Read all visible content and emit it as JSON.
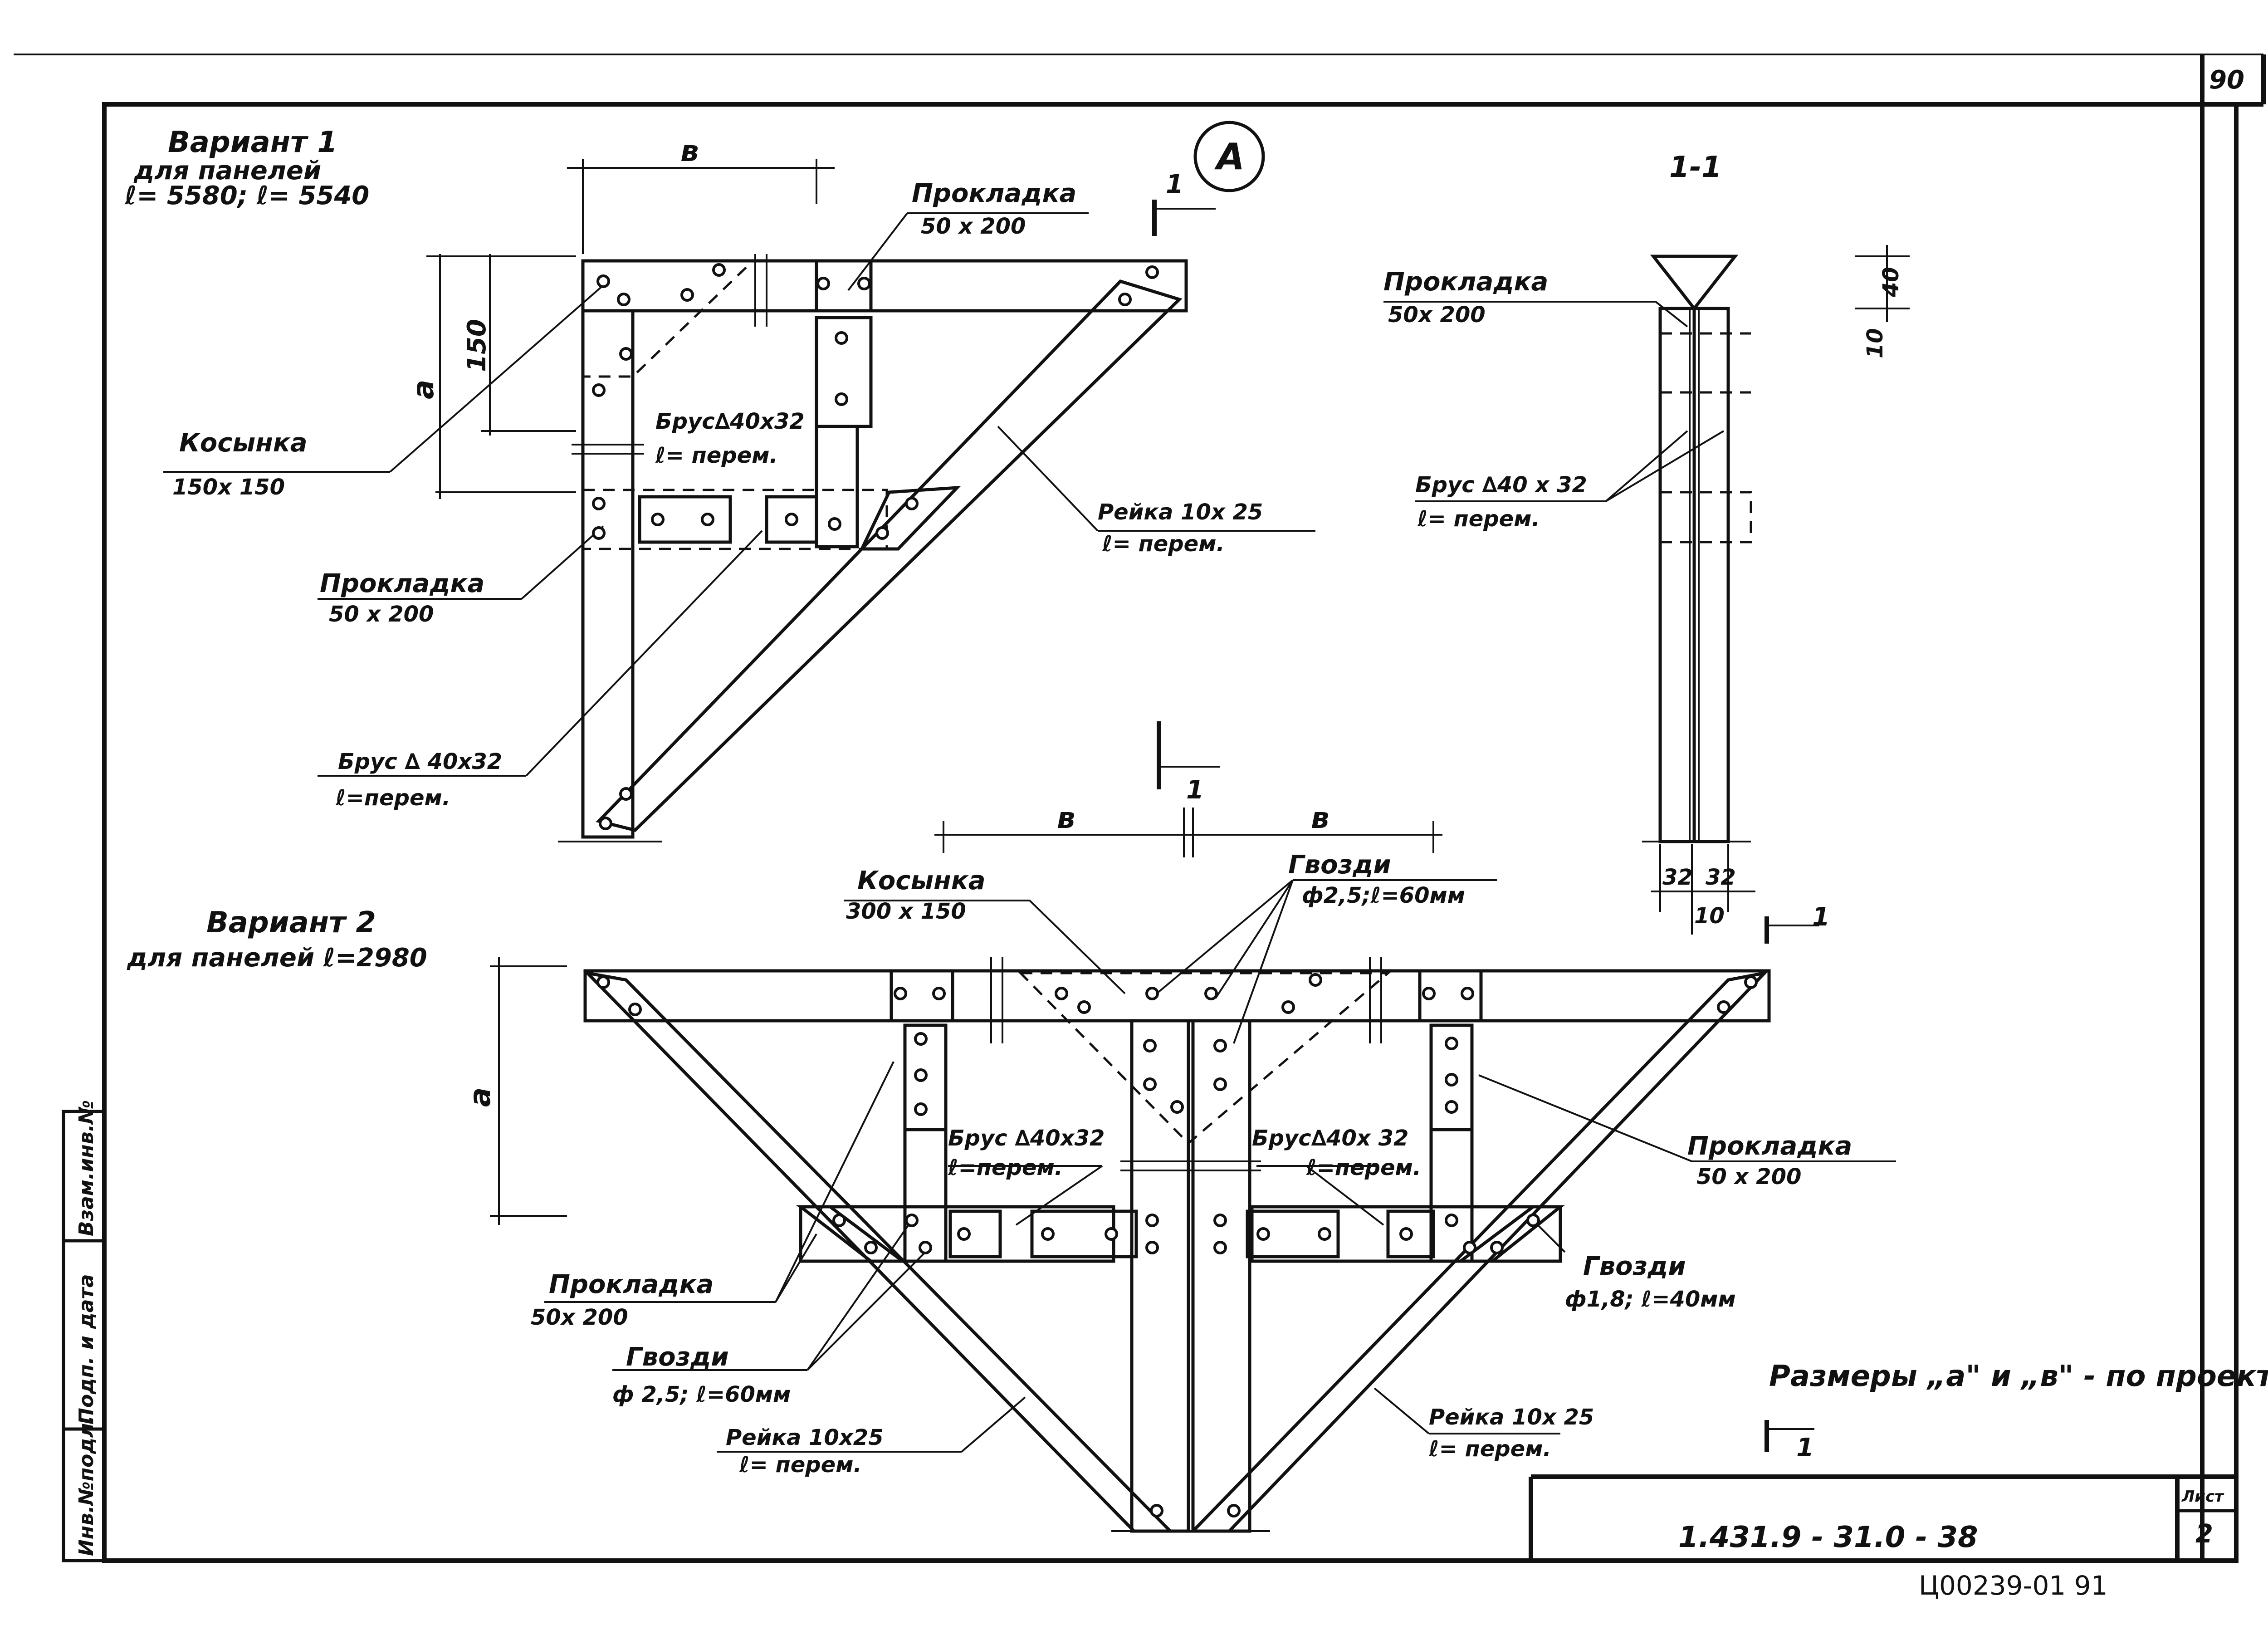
{
  "sheet": {
    "page_number": "90",
    "drawing_code": "1.431.9 - 31.0 - 38",
    "list_label": "Лист",
    "list_number": "2",
    "archive_number": "Ц00239-01  91",
    "stamp_labels": [
      "Инв.№подл.",
      "Подп. и дата",
      "Взам.инв.№"
    ],
    "note": "Размеры „а\" и „в\" - по проекту"
  },
  "variant1": {
    "title": "Вариант 1",
    "subtitle": "для панелей",
    "lengths": "ℓ= 5580;  ℓ= 5540",
    "dim_b": "в",
    "dim_a": "а",
    "dim_150": "150",
    "callout": "А",
    "section_mark": "1",
    "pad_top": {
      "name": "Прокладка",
      "size": "50 х 200"
    },
    "gusset": {
      "name": "Косынка",
      "size": "150х 150"
    },
    "bar_top": {
      "name": "Брус∆40х32",
      "len": "ℓ= перем."
    },
    "pad_left": {
      "name": "Прокладка",
      "size": "50 х 200"
    },
    "bar_bottom": {
      "name": "Брус ∆ 40х32",
      "len": "ℓ=перем."
    },
    "batten": {
      "name": "Рейка 10х 25",
      "len": "ℓ= перем."
    }
  },
  "section11": {
    "title": "1-1",
    "pad": {
      "name": "Прокладка",
      "size": "50х 200"
    },
    "bar": {
      "name": "Брус ∆40 х 32",
      "len": "ℓ= перем."
    },
    "dim_10": "10",
    "dim_40": "40",
    "dim_32a": "32",
    "dim_32b": "32",
    "dim_10b": "10"
  },
  "variant2": {
    "title": "Вариант  2",
    "subtitle": "для панелей  ℓ=2980",
    "dim_b1": "в",
    "dim_b2": "в",
    "dim_a": "а",
    "section_mark": "1",
    "gusset": {
      "name": "Косынка",
      "size": "300 х 150"
    },
    "nails_top": {
      "name": "Гвозди",
      "size": "ф2,5;ℓ=60мм"
    },
    "bar_left": {
      "name": "Брус ∆40х32",
      "len": "ℓ=перем."
    },
    "bar_right": {
      "name": "Брус∆40х 32",
      "len": "ℓ=перем."
    },
    "pad_right": {
      "name": "Прокладка",
      "size": "50 х 200"
    },
    "nails_right": {
      "name": "Гвозди",
      "size": "ф1,8; ℓ=40мм"
    },
    "pad_left": {
      "name": "Прокладка",
      "size": "50х 200"
    },
    "nails_left": {
      "name": "Гвозди",
      "size": "ф 2,5; ℓ=60мм"
    },
    "batten_left": {
      "name": "Рейка  10х25",
      "len": "ℓ= перем."
    },
    "batten_right": {
      "name": "Рейка 10х 25",
      "len": "ℓ= перем."
    }
  }
}
